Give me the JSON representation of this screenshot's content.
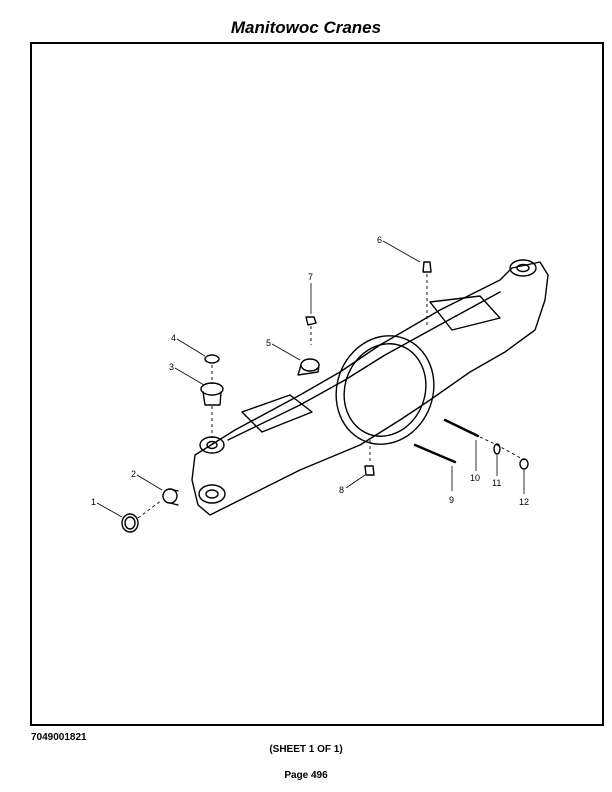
{
  "header": {
    "title": "Manitowoc Cranes"
  },
  "drawing": {
    "callouts": [
      "1",
      "2",
      "3",
      "4",
      "5",
      "6",
      "7",
      "8",
      "9",
      "10",
      "11",
      "12"
    ]
  },
  "footer": {
    "part_number": "7049001821",
    "sheet": "(SHEET 1 OF 1)",
    "page": "Page 496"
  }
}
